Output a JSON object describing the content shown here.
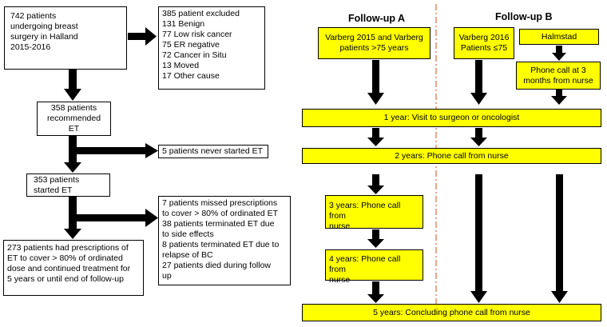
{
  "colors": {
    "box_yellow": "#ffff00",
    "arrow": "#000000",
    "divider": "#e06c3c"
  },
  "left": {
    "start": "742 patients\nundergoing breast\nsurgery in Halland\n2015-2016",
    "excluded": "385 patient excluded\n131 Benign\n77 Low risk cancer\n75 ER negative\n72 Cancer in Situ\n13 Moved\n17 Other cause",
    "recommended": "358 patients\nrecommended\nET",
    "never_started": "5 patients never started ET",
    "started": "353 patients\nstarted ET",
    "continued": "273 patients had prescriptions of\nET to cover > 80% of ordinated\ndose and continued treatment for\n5 years or until end of follow-up",
    "discontinued": "7 patients missed prescriptions\nto cover > 80% of ordinated ET\n38 patients terminated ET due\nto side effects\n8 patients terminated ET due to\nrelapse of BC\n27 patients died during follow\nup"
  },
  "right": {
    "heading_a": "Follow-up A",
    "heading_b": "Follow-up B",
    "varberg_a": "Varberg 2015 and Varberg\npatients >75 years",
    "varberg_b": "Varberg 2016\nPatients ≤75",
    "halmstad": "Halmstad",
    "phone3m": "Phone call at 3\nmonths from nurse",
    "year1": "1 year: Visit to surgeon or oncologist",
    "year2": "2 years: Phone call from nurse",
    "year3": "3 years: Phone call from\nnurse",
    "year4": "4 years: Phone call from\nnurse",
    "year5": "5 years: Concluding phone call from nurse"
  }
}
